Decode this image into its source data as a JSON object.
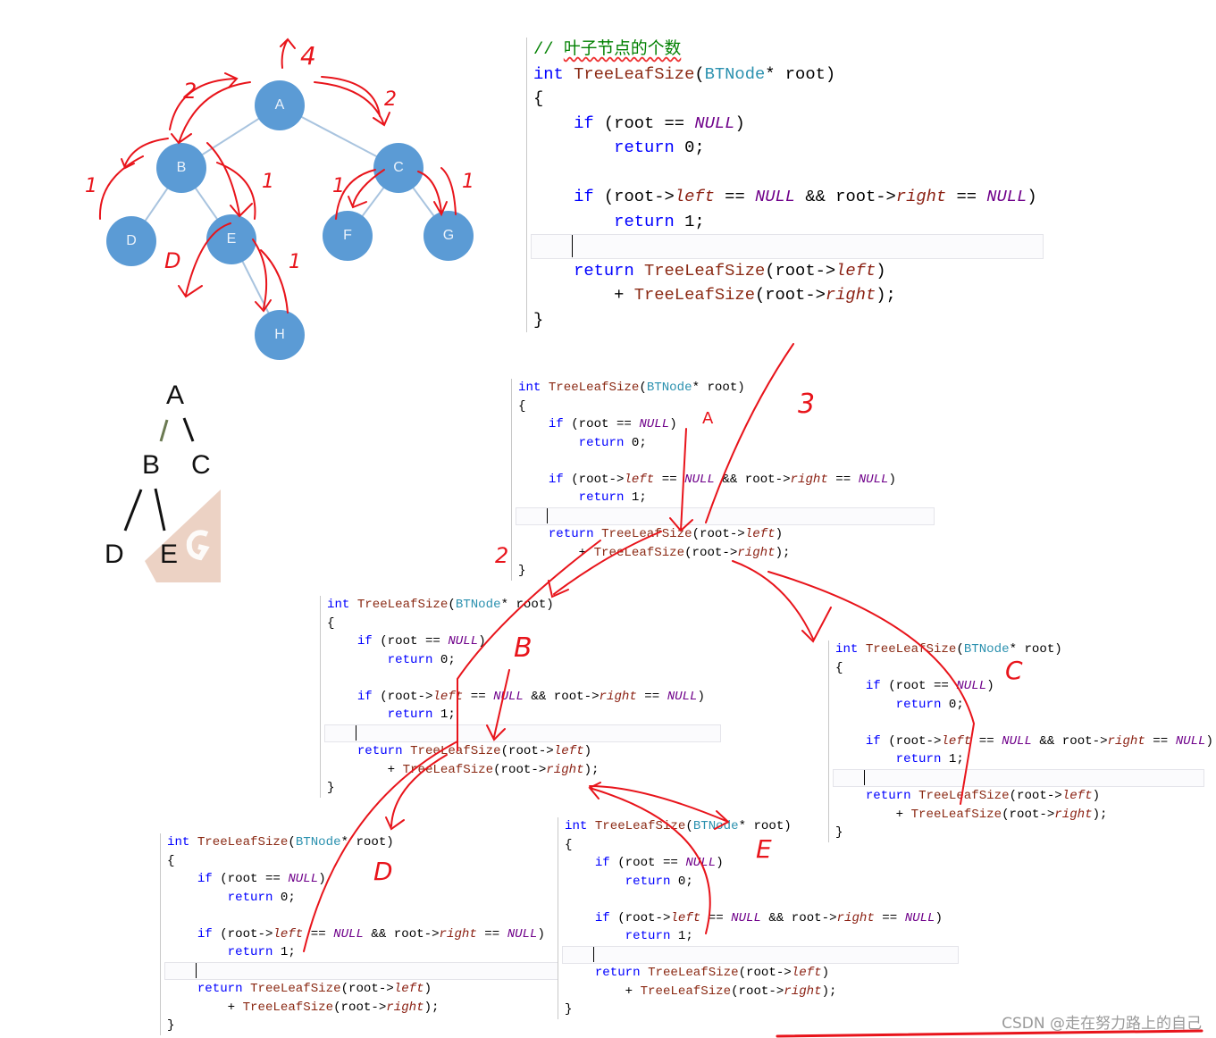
{
  "comment": "// 叶子节点的个数",
  "code_lines": [
    [
      [
        "kw",
        "int"
      ],
      [
        "p",
        " "
      ],
      [
        "fn",
        "TreeLeafSize"
      ],
      [
        "p",
        "("
      ],
      [
        "ty",
        "BTNode"
      ],
      [
        "p",
        "* root)"
      ]
    ],
    [
      [
        "p",
        "{"
      ]
    ],
    [
      [
        "p",
        "    "
      ],
      [
        "kw",
        "if"
      ],
      [
        "p",
        " (root == "
      ],
      [
        "nl",
        "NULL"
      ],
      [
        "p",
        ")"
      ]
    ],
    [
      [
        "p",
        "        "
      ],
      [
        "kw",
        "return"
      ],
      [
        "p",
        " 0;"
      ]
    ],
    [],
    [
      [
        "p",
        "    "
      ],
      [
        "kw",
        "if"
      ],
      [
        "p",
        " (root->"
      ],
      [
        "fd",
        "left"
      ],
      [
        "p",
        " == "
      ],
      [
        "nl",
        "NULL"
      ],
      [
        "p",
        " && root->"
      ],
      [
        "fd",
        "right"
      ],
      [
        "p",
        " == "
      ],
      [
        "nl",
        "NULL"
      ],
      [
        "p",
        ")"
      ]
    ],
    [
      [
        "p",
        "        "
      ],
      [
        "kw",
        "return"
      ],
      [
        "p",
        " 1;"
      ]
    ],
    [],
    [
      [
        "p",
        "    "
      ],
      [
        "kw",
        "return"
      ],
      [
        "p",
        " "
      ],
      [
        "fn",
        "TreeLeafSize"
      ],
      [
        "p",
        "(root->"
      ],
      [
        "fd",
        "left"
      ],
      [
        "p",
        ")"
      ]
    ],
    [
      [
        "p",
        "        + "
      ],
      [
        "fn",
        "TreeLeafSize"
      ],
      [
        "p",
        "(root->"
      ],
      [
        "fd",
        "right"
      ],
      [
        "p",
        ");"
      ]
    ],
    [
      [
        "p",
        "}"
      ]
    ]
  ],
  "tree_nodes": [
    "A",
    "B",
    "C",
    "D",
    "E",
    "F",
    "G",
    "H"
  ],
  "small_tree": [
    "A",
    "B",
    "C",
    "D",
    "E"
  ],
  "annotations": {
    "top_4": "4",
    "top_2a": "2",
    "top_2b": "2",
    "d_1": "1",
    "e_1": "1",
    "e_d": "D",
    "h_1": "1",
    "f_1": "1",
    "g_1": "1",
    "call_a": "A",
    "call_3": "3",
    "call_2": "2",
    "call_b": "B",
    "call_c": "C",
    "call_d": "D",
    "call_e": "E"
  },
  "watermark": "CSDN @走在努力路上的自己",
  "colors": {
    "node": "#5b9bd5",
    "ink": "#e8141b",
    "keyword": "#0000ff"
  }
}
